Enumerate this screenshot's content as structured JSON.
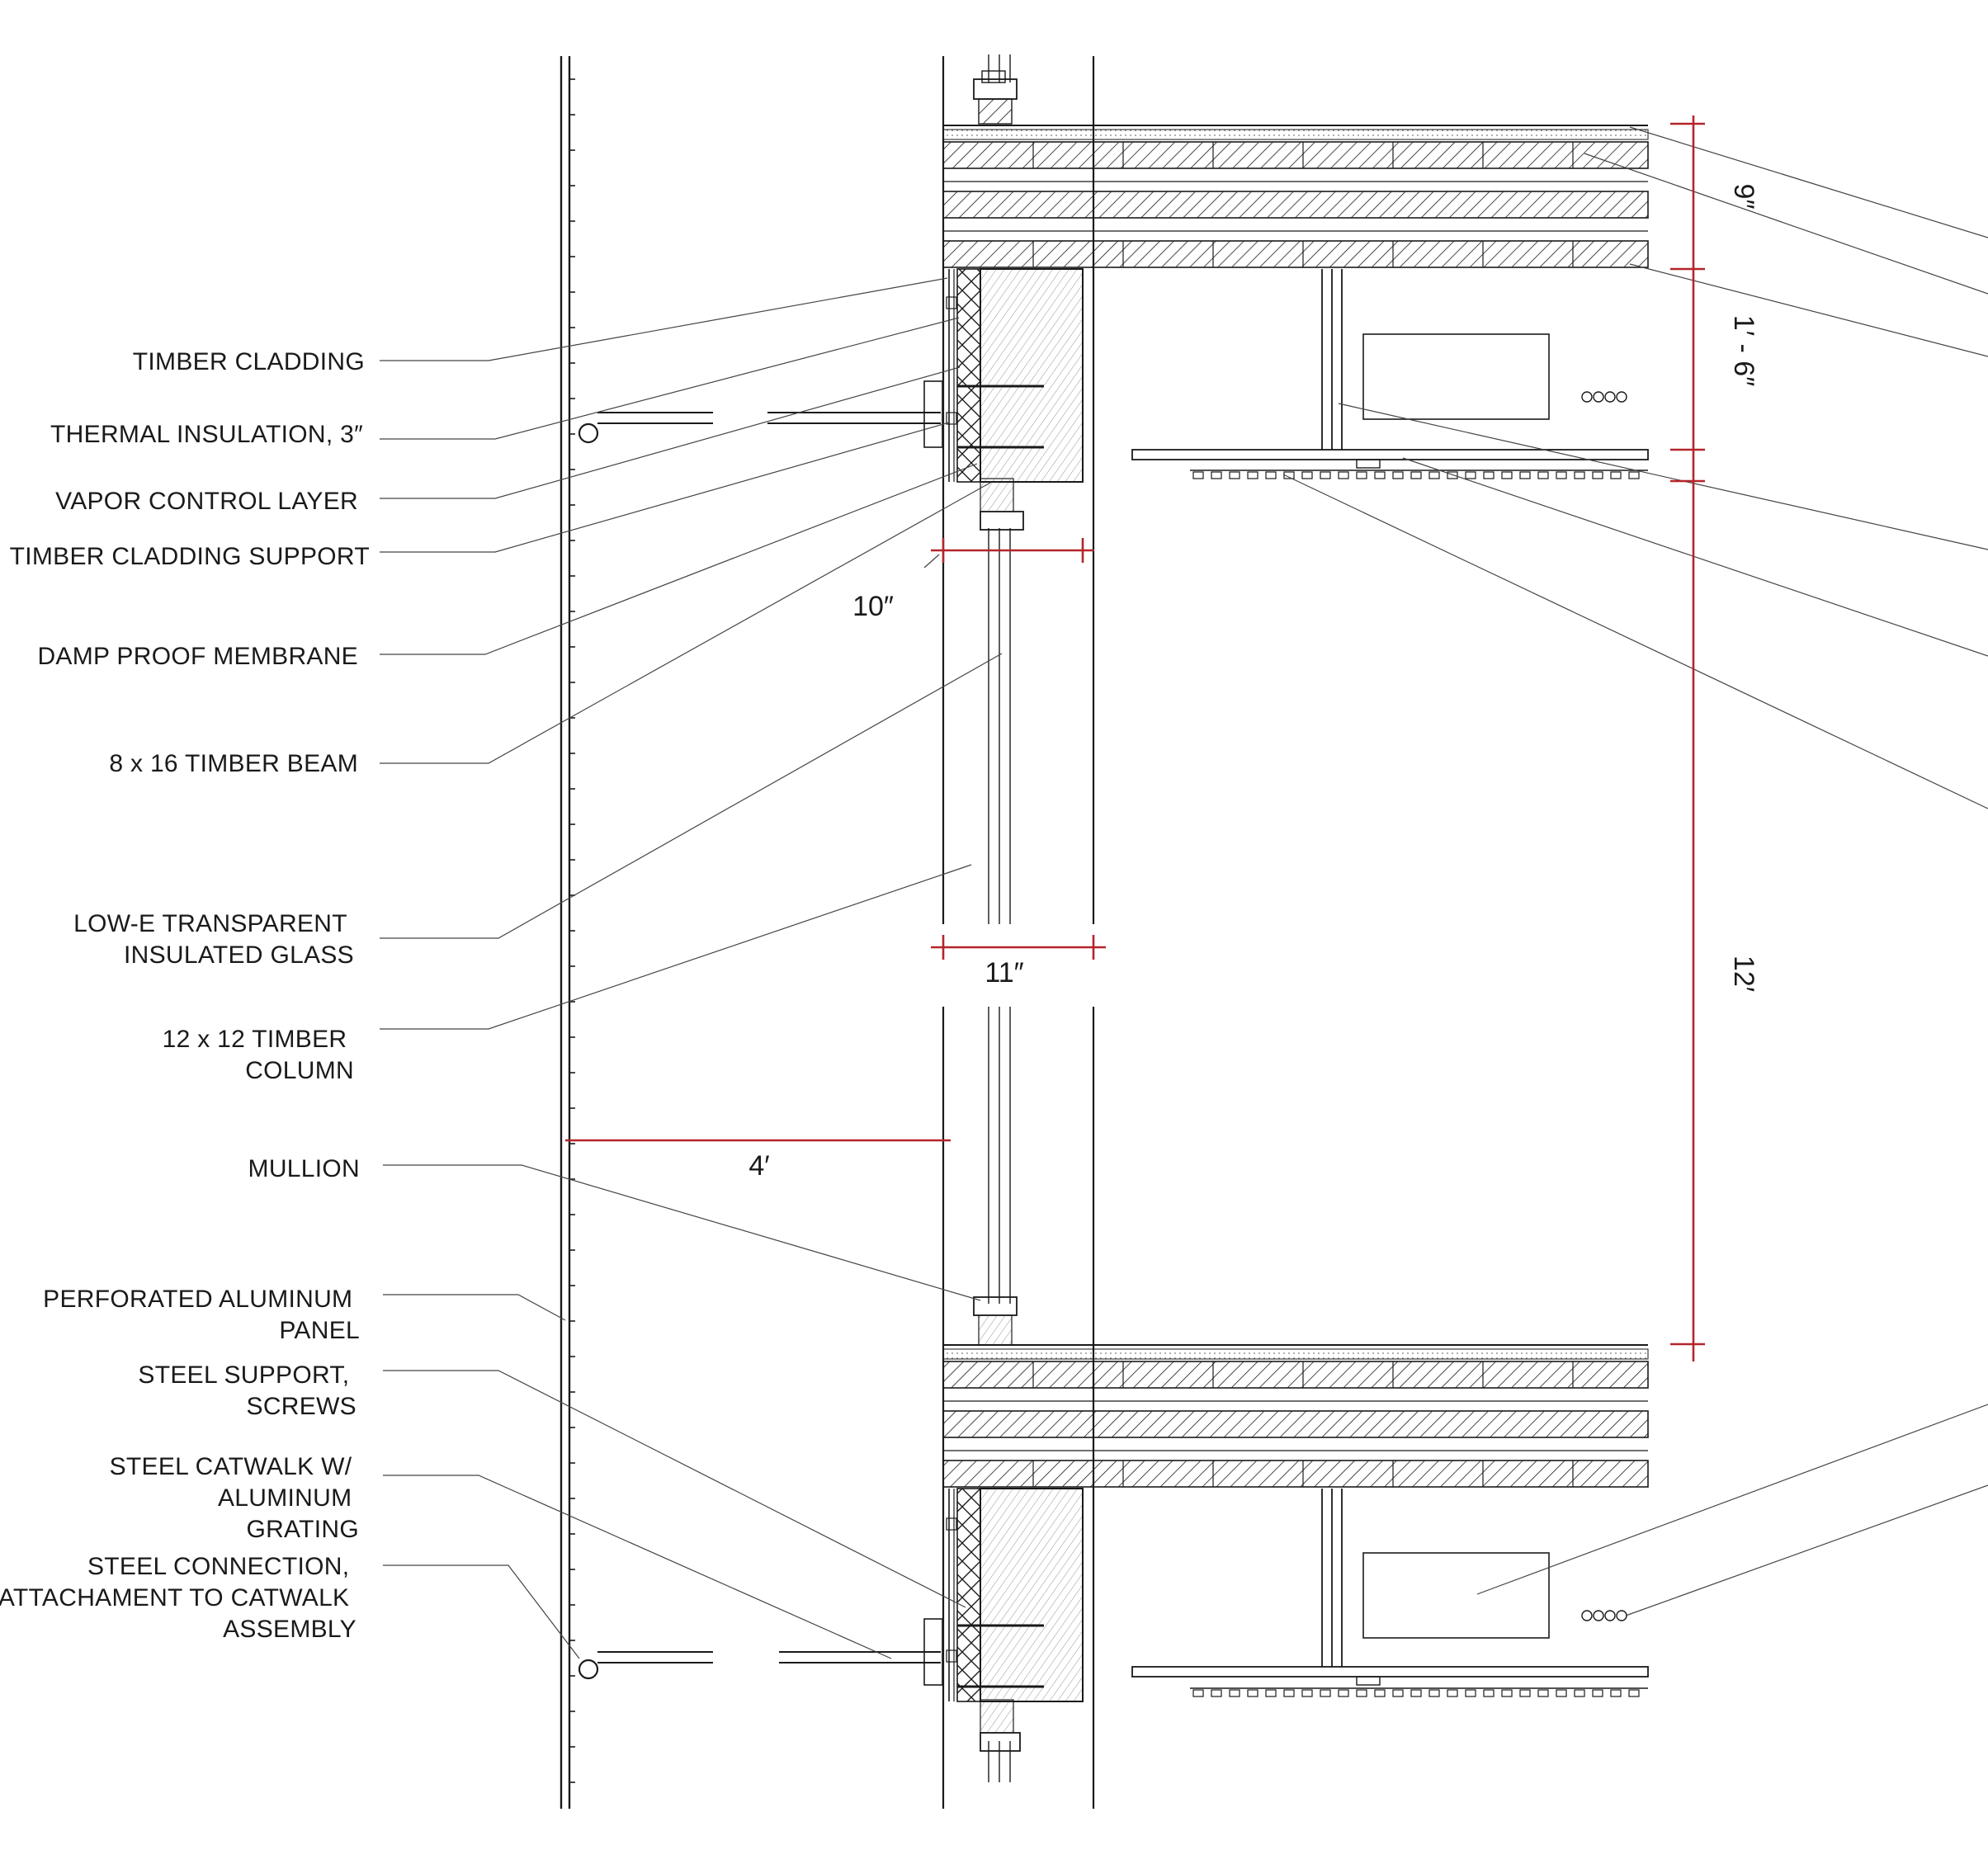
{
  "labels_left": [
    {
      "id": "timber-cladding",
      "lines": [
        "TIMBER CLADDING"
      ]
    },
    {
      "id": "thermal-insulation",
      "lines": [
        "THERMAL INSULATION, 3″"
      ]
    },
    {
      "id": "vapor-control-layer",
      "lines": [
        "VAPOR CONTROL LAYER"
      ]
    },
    {
      "id": "timber-cladding-support",
      "lines": [
        "TIMBER CLADDING SUPPORT"
      ]
    },
    {
      "id": "damp-proof-membrane",
      "lines": [
        "DAMP PROOF MEMBRANE"
      ]
    },
    {
      "id": "timber-beam",
      "lines": [
        "8 x 16 TIMBER BEAM"
      ]
    },
    {
      "id": "low-e-glass",
      "lines": [
        "LOW-E TRANSPARENT",
        "INSULATED GLASS"
      ]
    },
    {
      "id": "timber-column",
      "lines": [
        "12 x 12 TIMBER",
        "COLUMN"
      ]
    },
    {
      "id": "mullion",
      "lines": [
        "MULLION"
      ]
    },
    {
      "id": "perforated-panel",
      "lines": [
        "PERFORATED ALUMINUM",
        "PANEL"
      ]
    },
    {
      "id": "steel-support",
      "lines": [
        "STEEL SUPPORT,",
        "SCREWS"
      ]
    },
    {
      "id": "steel-catwalk",
      "lines": [
        "STEEL CATWALK W/",
        "ALUMINUM",
        "GRATING"
      ]
    },
    {
      "id": "steel-connection",
      "lines": [
        "STEEL CONNECTION,",
        "ATTACHAMENT TO CATWALK",
        "ASSEMBLY"
      ]
    }
  ],
  "dimensions": {
    "slab_depth": "9″",
    "ceiling_zone": "1′ - 6″",
    "floor_height": "12′",
    "beam_width": "10″",
    "column_width": "11″",
    "catwalk_width": "4′"
  },
  "colors": {
    "line": "#1a1a1a",
    "leader": "#444444",
    "dimension": "#b5242b"
  }
}
